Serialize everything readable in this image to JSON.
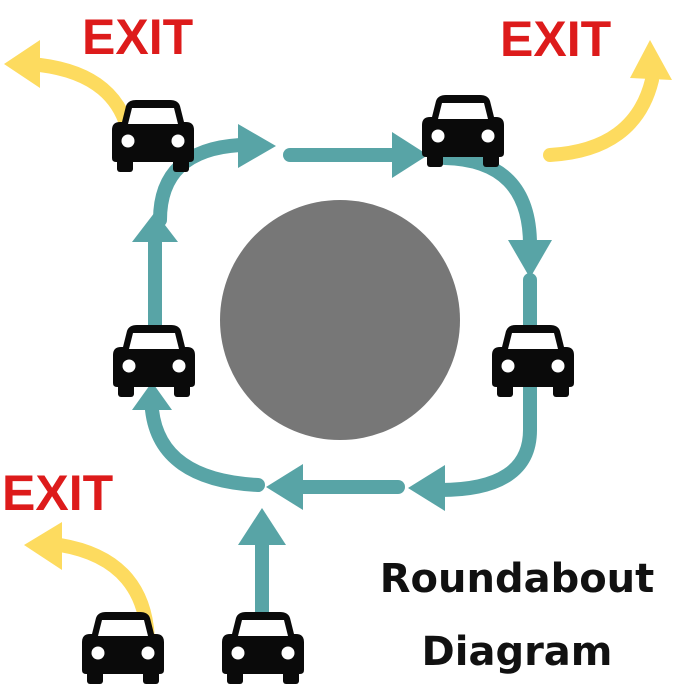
{
  "labels": {
    "exit_top_left": "EXIT",
    "exit_top_right": "EXIT",
    "exit_bottom_left": "EXIT",
    "title_line1": "Roundabout",
    "title_line2": "Diagram"
  },
  "colors": {
    "flow_arrow": "#58a4a6",
    "exit_arrow": "#fddb5f",
    "exit_text": "#dd1b1b",
    "island": "#777777",
    "car": "#0a0a0a",
    "title_text": "#111111"
  },
  "icons": [
    "car-icon",
    "flow-arrow",
    "exit-arrow",
    "center-island"
  ]
}
